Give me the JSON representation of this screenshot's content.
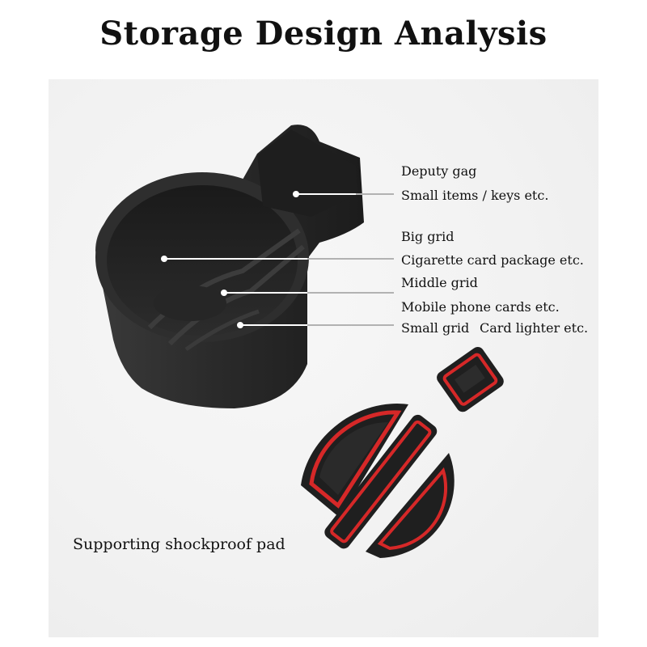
{
  "title": "Storage Design Analysis",
  "labels": {
    "deputy_gag": "Deputy gag",
    "small_items": "Small items / keys etc.",
    "big_grid": "Big grid",
    "cigarette": "Cigarette card package etc.",
    "middle_grid": "Middle grid",
    "mobile": "Mobile phone cards etc.",
    "small_grid": "Small grid",
    "card_lighter": "Card lighter etc.",
    "pad": "Supporting shockproof pad"
  },
  "colors": {
    "cup": "#2b2b2b",
    "pad_accent": "#d62828"
  }
}
